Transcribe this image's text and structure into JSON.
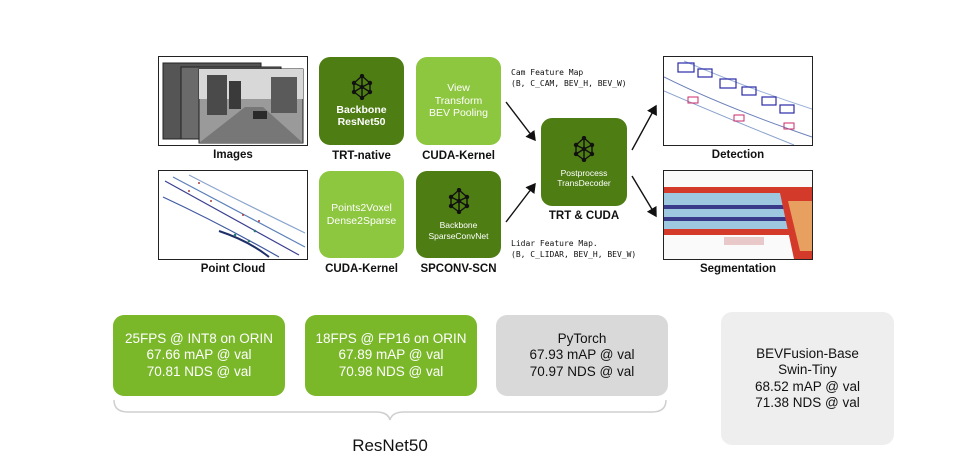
{
  "inputs": {
    "images_caption": "Images",
    "pointcloud_caption": "Point Cloud"
  },
  "modules": {
    "backbone_resnet": {
      "lines": "Backbone\nResNet50",
      "caption": "TRT-native",
      "icon": "neural-network-icon"
    },
    "view_transform": {
      "lines": "View\nTransform\nBEV Pooling",
      "caption": "CUDA-Kernel"
    },
    "points2voxel": {
      "lines": "Points2Voxel\nDense2Sparse",
      "caption": "CUDA-Kernel"
    },
    "backbone_sparse": {
      "lines": "Backbone\nSparseConvNet",
      "caption": "SPCONV-SCN",
      "icon": "neural-network-icon"
    },
    "postprocess": {
      "lines": "Postprocess\nTransDecoder",
      "caption": "TRT & CUDA",
      "icon": "neural-network-icon"
    }
  },
  "feature_maps": {
    "cam": "Cam Feature Map\n(B, C_CAM, BEV_H, BEV_W)",
    "lidar": "Lidar Feature Map.\n(B, C_LIDAR, BEV_H, BEV_W)"
  },
  "outputs": {
    "detection_caption": "Detection",
    "segmentation_caption": "Segmentation"
  },
  "results": [
    {
      "lines": [
        "25FPS @ INT8 on ORIN",
        "67.66 mAP @ val",
        "70.81 NDS @ val"
      ]
    },
    {
      "lines": [
        "18FPS @ FP16 on ORIN",
        "67.89 mAP @ val",
        "70.98 NDS @ val"
      ]
    },
    {
      "lines": [
        "PyTorch",
        "67.93 mAP @ val",
        "70.97 NDS @ val"
      ]
    },
    {
      "lines": [
        "BEVFusion-Base",
        "Swin-Tiny",
        "68.52 mAP @ val",
        "71.38 NDS @ val"
      ]
    }
  ],
  "group_label": "ResNet50",
  "colors": {
    "dark_green": "#4e7d14",
    "light_green": "#8dc63f",
    "result_green": "#7ab82a",
    "gray": "#d9d9d9",
    "light_gray": "#eeeeee"
  }
}
